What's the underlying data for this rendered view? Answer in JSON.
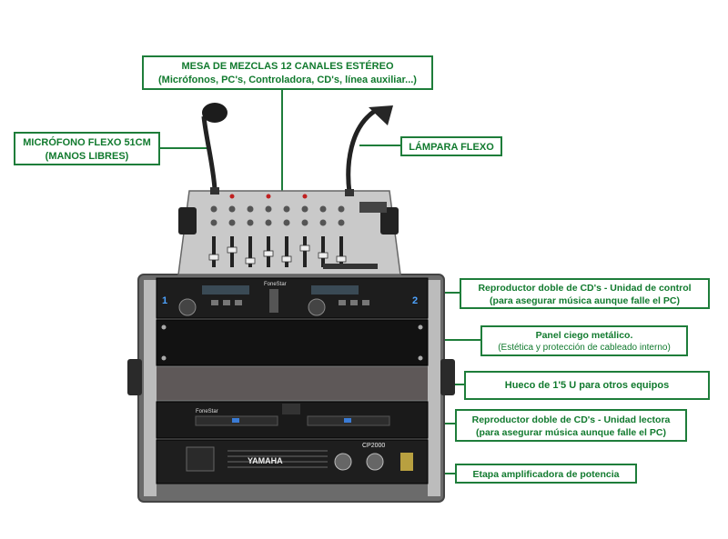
{
  "labels": {
    "mixer": {
      "line1": "MESA DE MEZCLAS 12 CANALES ESTÉREO",
      "line2": "(Micrófonos, PC's, Controladora, CD's, línea auxiliar...)"
    },
    "microphone": {
      "line1": "MICRÓFONO FLEXO 51CM",
      "line2": "(MANOS LIBRES)"
    },
    "lamp": {
      "line1": "LÁMPARA FLEXO"
    },
    "cd_control": {
      "line1": "Reproductor doble de CD's - Unidad de control",
      "line2": "(para asegurar música aunque falle el PC)"
    },
    "blank_panel": {
      "line1": "Panel ciego metálico.",
      "line2": "(Estética y protección de cableado interno)"
    },
    "gap": {
      "line1": "Hueco de 1'5 U para otros equipos"
    },
    "cd_reader": {
      "line1": "Reproductor doble de CD's - Unidad lectora",
      "line2": "(para asegurar música aunque falle el PC)"
    },
    "amplifier": {
      "line1": "Etapa amplificadora de potencia"
    }
  },
  "device_text": {
    "brand_top": "FoneStar",
    "brand_reader": "FoneStar",
    "amp_brand": "YAMAHA",
    "amp_model": "CP2000",
    "deck_1": "1",
    "deck_2": "2"
  },
  "colors": {
    "accent": "#1e7d3a",
    "text": "#117a2e"
  }
}
